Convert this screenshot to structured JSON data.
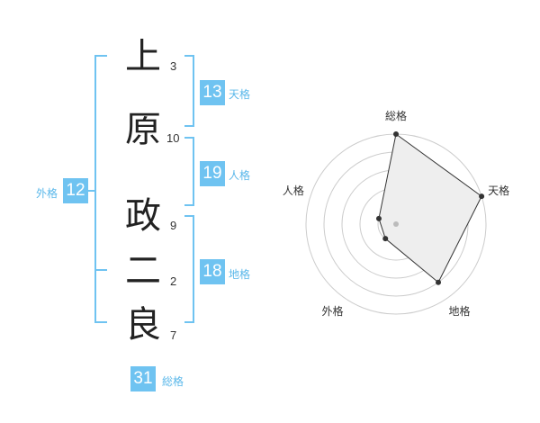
{
  "name_chars": [
    "上",
    "原",
    "政",
    "二",
    "良"
  ],
  "stroke_counts": [
    "3",
    "10",
    "9",
    "2",
    "7"
  ],
  "kaku": {
    "ten": {
      "value": "13",
      "label": "天格"
    },
    "jin": {
      "value": "19",
      "label": "人格"
    },
    "chi": {
      "value": "18",
      "label": "地格"
    },
    "gai": {
      "value": "12",
      "label": "外格"
    },
    "souka": {
      "value": "31",
      "label": "総格"
    }
  },
  "colors": {
    "accent": "#6fc3f1",
    "label": "#5bb8ea",
    "ring": "#cccccc",
    "fill": "#eeeeee"
  },
  "chart_data": {
    "type": "radar",
    "axes": [
      "総格",
      "天格",
      "地格",
      "外格",
      "人格"
    ],
    "values": [
      5,
      5,
      4,
      1,
      1
    ],
    "max": 5
  }
}
